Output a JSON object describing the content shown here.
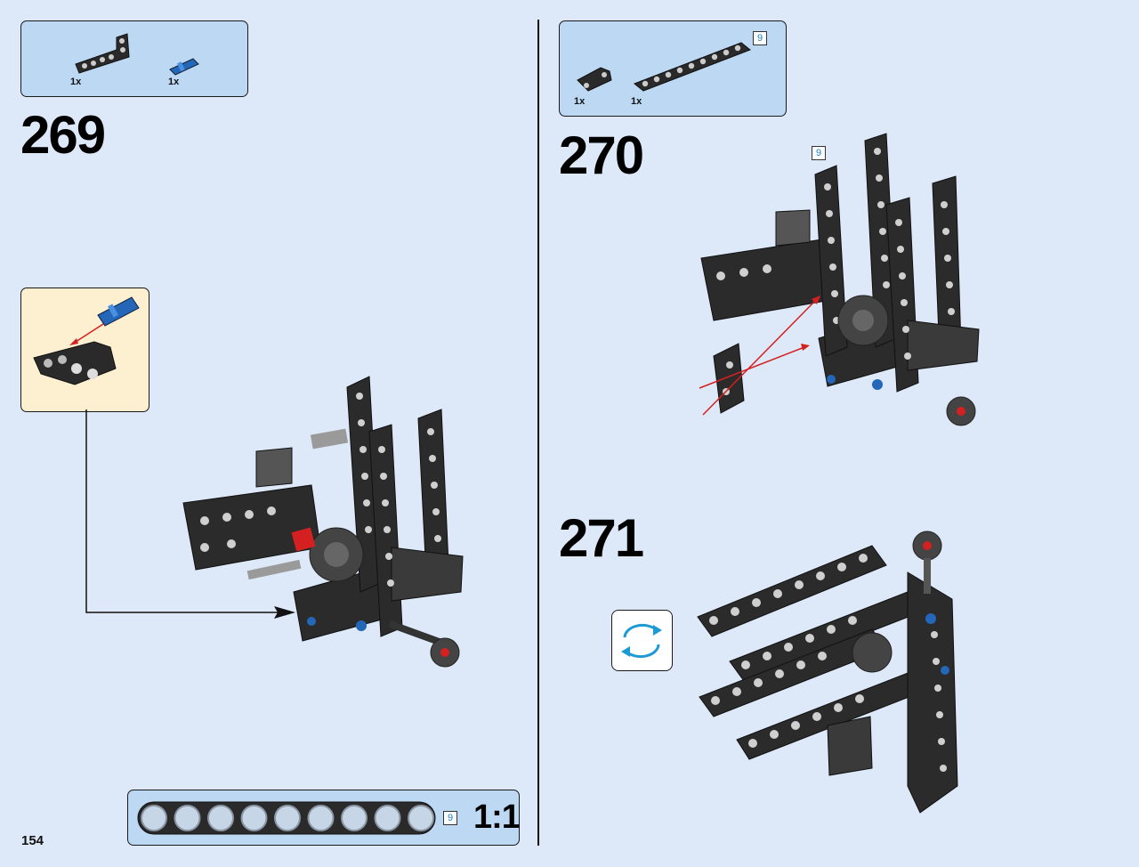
{
  "page_number": "154",
  "steps": [
    {
      "number": "269",
      "parts": [
        {
          "qty": "1x",
          "part": "black-beam-l-shape"
        },
        {
          "qty": "1x",
          "part": "blue-axle-pin"
        }
      ]
    },
    {
      "number": "270",
      "parts": [
        {
          "qty": "1x",
          "part": "black-crank-arm"
        },
        {
          "qty": "1x",
          "part": "black-beam-9"
        }
      ],
      "part_length_badge": "9",
      "model_length_badge": "9"
    },
    {
      "number": "271",
      "rotate_icon": "rotate-model-icon"
    }
  ],
  "ruler": {
    "length_badge": "9",
    "scale": "1:1",
    "hole_count": 9
  },
  "colors": {
    "background": "#dde9f8",
    "panel": "#bcd8f3",
    "callout": "#fdf0d0",
    "arrow": "#d42020",
    "accent": "#1d7fc3"
  }
}
